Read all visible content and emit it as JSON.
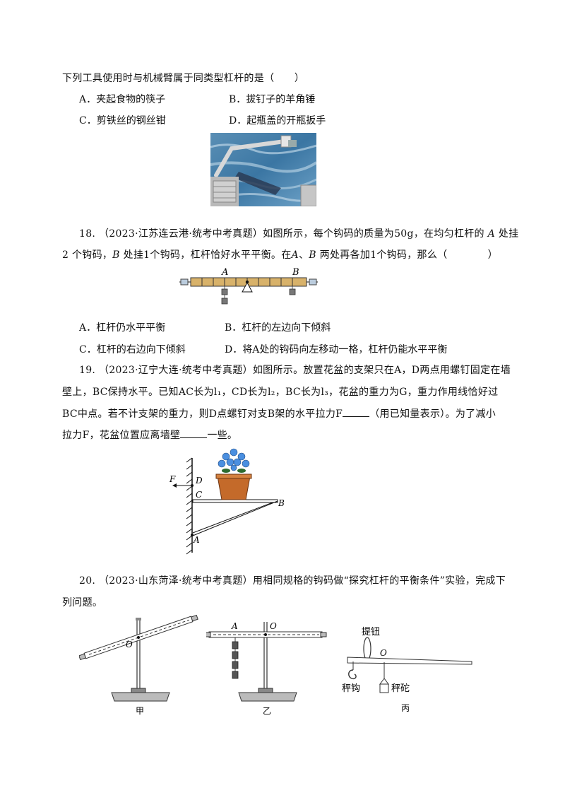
{
  "q17": {
    "stem": "下列工具使用时与机械臂属于同类型杠杆的是（　　）",
    "options": [
      "A．夹起食物的筷子",
      "B．拔钉子的羊角锤",
      "C．剪铁丝的钢丝钳",
      "D．起瓶盖的开瓶扳手"
    ]
  },
  "q18": {
    "num": "18.",
    "source": "（2023·江苏连云港·统考中考真题）",
    "line1": "如图所示，每个钩码的质量为50g，在均匀杠杆的",
    "line1_end": "处挂",
    "line2": "个钩码，",
    "line2b": "处挂1个钩码，杠杆恰好水平平衡。在",
    "line2c": "两处再各加1个钩码，那么（　　　　）",
    "options": [
      "A．杠杆仍水平平衡",
      "B．杠杆的左边向下倾斜",
      "C．杠杆的右边向下倾斜",
      "D．将A处的钩码向左移动一格，杠杆仍能水平平衡"
    ],
    "fig_labels": {
      "a": "A",
      "b": "B"
    }
  },
  "q19": {
    "num": "19.",
    "source": "（2023·辽宁大连·统考中考真题）",
    "text": "如图所示。放置花盆的支架只在A，D两点用螺钉固定在墙",
    "line2": "壁上，BC保持水平。已知AC长为l₁，CD长为l₂，BC长为l₃，花盆的重力为G，重力作用线恰好过",
    "line3a": "BC中点。若不计支架的重力，则D点螺钉对支B架的水平拉力F",
    "line3b": "（用已知量表示）。为了减小",
    "line4a": "拉力F，花盆位置应离墙壁",
    "line4b": "一些。",
    "fig_labels": {
      "f": "F",
      "d": "D",
      "c": "C",
      "b": "B",
      "a": "A"
    }
  },
  "q20": {
    "num": "20.",
    "source": "（2023·山东菏泽·统考中考真题）",
    "text": "用相同规格的钩码做“探究杠杆的平衡条件”实验，完成下",
    "line2": "列问题。",
    "fig_labels": {
      "o": "O",
      "a": "A",
      "tiniu": "提钮",
      "chenggou": "秤钩",
      "chengtuo": "秤砣",
      "jia": "甲",
      "yi": "乙",
      "bing": "丙"
    }
  }
}
